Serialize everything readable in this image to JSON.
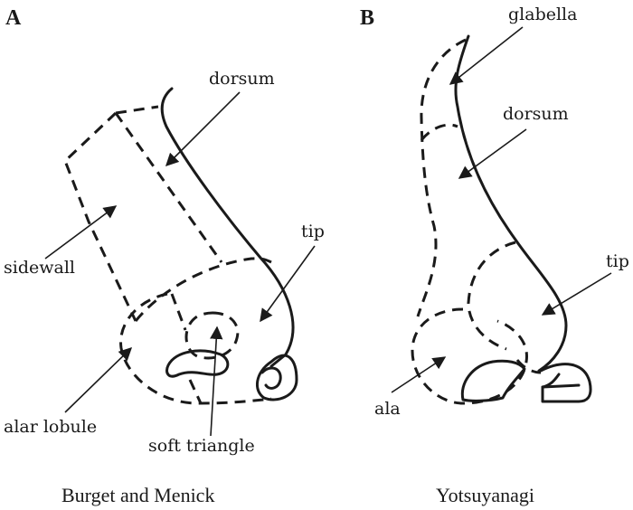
{
  "panel_a": {
    "letter": "A",
    "caption": "Burget and Menick",
    "labels": {
      "dorsum": "dorsum",
      "sidewall": "sidewall",
      "tip": "tip",
      "alar_lobule": "alar lobule",
      "soft_triangle": "soft triangle"
    }
  },
  "panel_b": {
    "letter": "B",
    "caption": "Yotsuyanagi",
    "labels": {
      "glabella": "glabella",
      "dorsum": "dorsum",
      "tip": "tip",
      "ala": "ala"
    }
  },
  "colors": {
    "ink": "#1a1a1a",
    "background": "#ffffff"
  }
}
